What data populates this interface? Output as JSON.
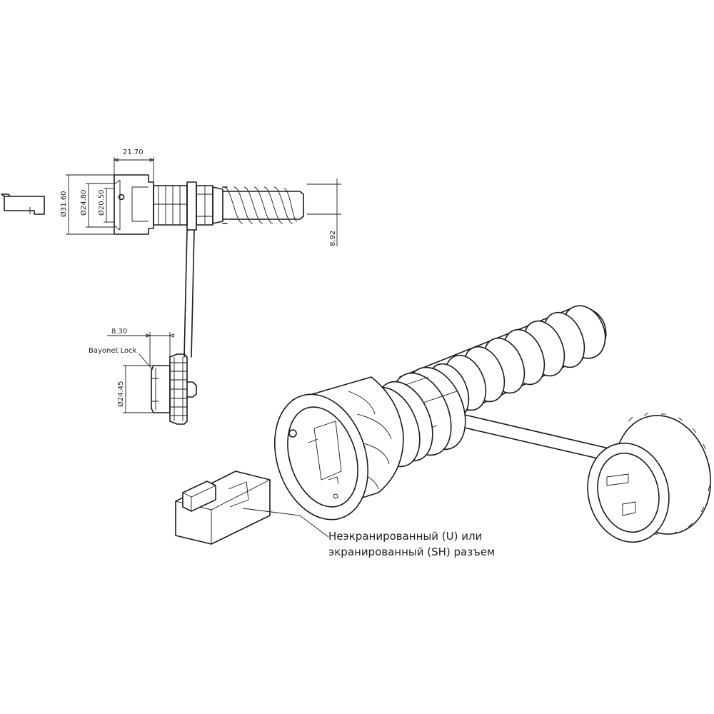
{
  "dimensions": {
    "length_21_70": "21.70",
    "dia_31_60": "Ø31.60",
    "dia_24_80": "Ø24.80",
    "dia_20_50": "Ø20.50",
    "gap_8_92": "8.92",
    "depth_8_30": "8.30",
    "dia_24_45": "Ø24.45"
  },
  "labels": {
    "bayonet_lock": "Bayonet Lock",
    "callout_line1": "Неэкранированный (U) или",
    "callout_line2": "экранированный (SH) разъем"
  }
}
